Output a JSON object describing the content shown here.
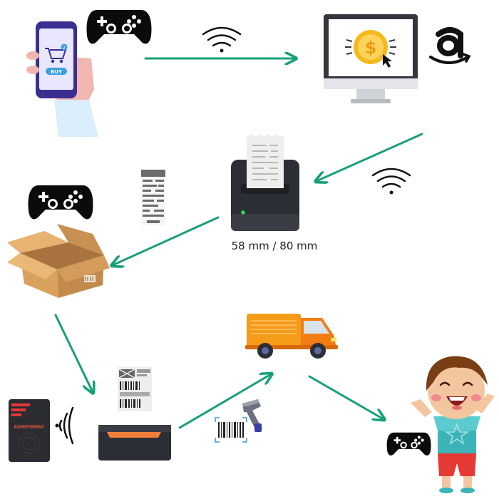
{
  "diagram": {
    "paper_size_label": "58 mm / 80 mm",
    "phone_button_label": "BUY",
    "cart_badge": "2",
    "printer_brand_label": "EXPERTPRINT",
    "accent_color": "#17a078",
    "icons": {
      "phone": "smartphone-shopping-icon",
      "controller": "game-controller-icon",
      "wifi": "wifi-icon",
      "monitor": "monitor-payment-icon",
      "marketplace": "amazon-logo-icon",
      "receipt_printer": "receipt-printer-icon",
      "receipt": "receipt-icon",
      "box": "cardboard-box-icon",
      "label_printer": "label-printer-icon",
      "truck": "delivery-truck-icon",
      "scanner": "barcode-scanner-icon",
      "child": "happy-child-icon"
    }
  }
}
